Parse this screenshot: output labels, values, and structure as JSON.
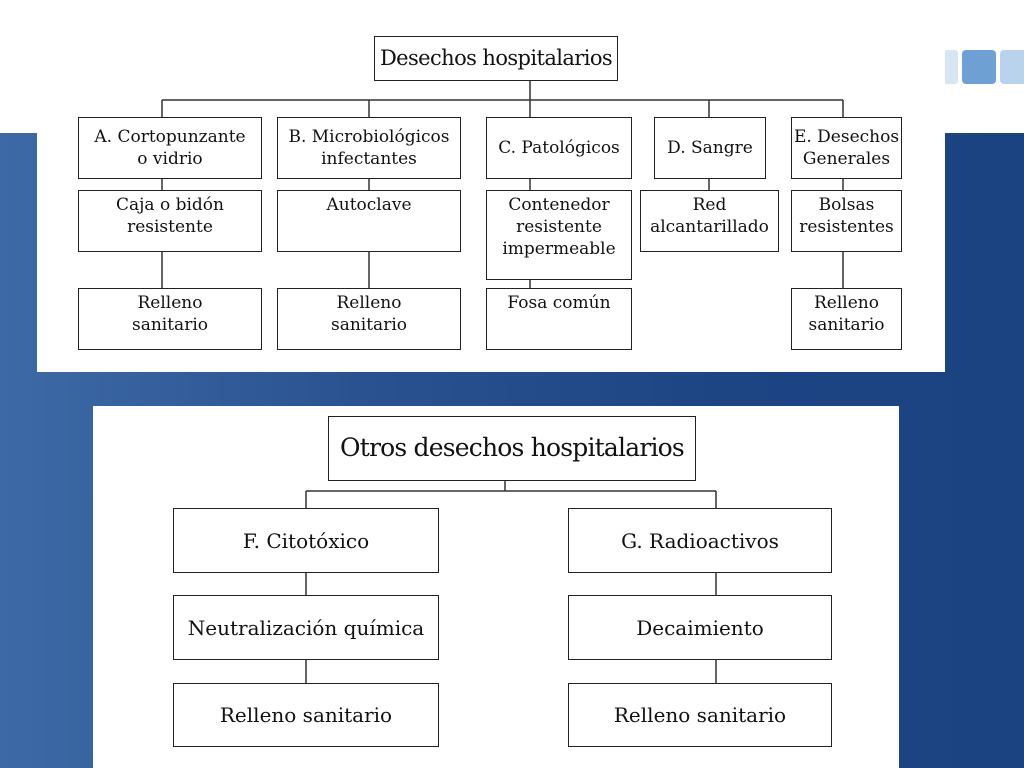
{
  "top_diagram": {
    "title": "Desechos hospitalarios",
    "categories": [
      {
        "label": "A. Cortopunzante\no vidrio",
        "container": "Caja o bidón\nresistente",
        "disposal": "Relleno\nsanitario"
      },
      {
        "label": "B. Microbiológicos\ninfectantes",
        "container": "Autoclave",
        "disposal": "Relleno\nsanitario"
      },
      {
        "label": "C. Patológicos",
        "container": "Contenedor\nresistente\nimpermeable",
        "disposal": "Fosa común"
      },
      {
        "label": "D. Sangre",
        "container": "Red\nalcantarillado",
        "disposal": ""
      },
      {
        "label": "E. Desechos\nGenerales",
        "container": "Bolsas\nresistentes",
        "disposal": "Relleno\nsanitario"
      }
    ]
  },
  "bottom_diagram": {
    "title": "Otros desechos hospitalarios",
    "categories": [
      {
        "label": "F.  Citotóxico",
        "treatment": "Neutralización química",
        "disposal": "Relleno sanitario"
      },
      {
        "label": "G. Radioactivos",
        "treatment": "Decaimiento",
        "disposal": "Relleno sanitario"
      }
    ]
  },
  "colors": {
    "background_band": "#1d4584",
    "accent_light": "#6fa0d4",
    "panel": "#ffffff",
    "border": "#222222"
  }
}
